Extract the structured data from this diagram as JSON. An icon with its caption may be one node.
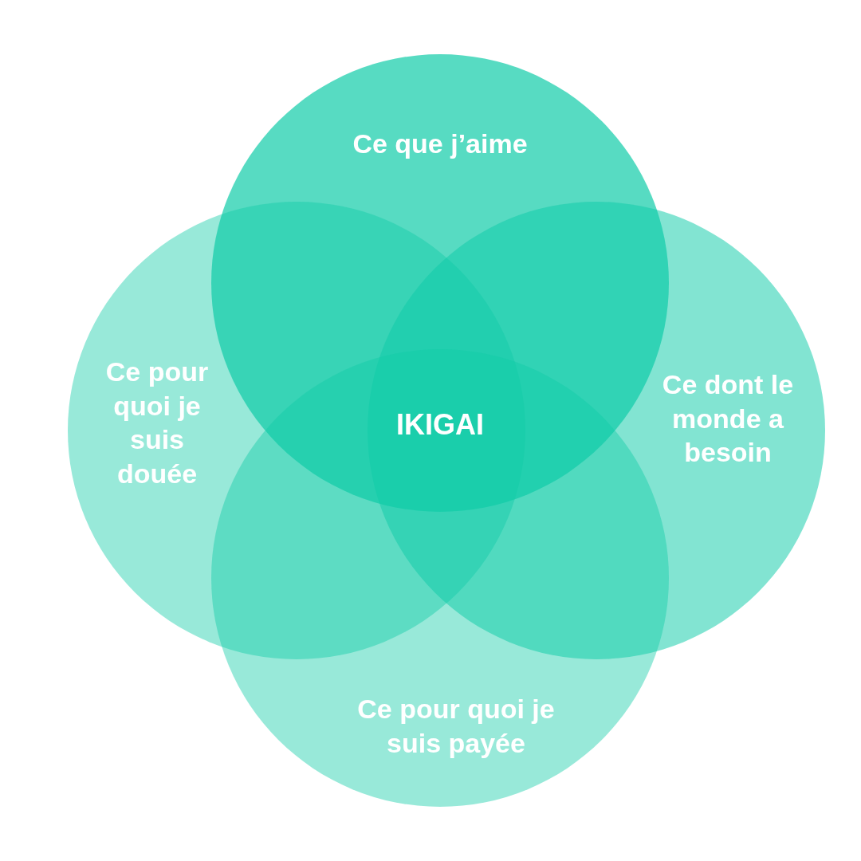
{
  "diagram": {
    "nodes": [
      {
        "text": [
          "Ce que j’aime"
        ]
      },
      {
        "text": [
          "Ce pour quoi je suis douée"
        ]
      },
      {
        "text": [
          "Ce dont le monde a besoin"
        ]
      },
      {
        "text": [
          "Ce pour quoi je suis payée"
        ]
      }
    ],
    "labels": [
      "IKIGAI"
    ]
  }
}
